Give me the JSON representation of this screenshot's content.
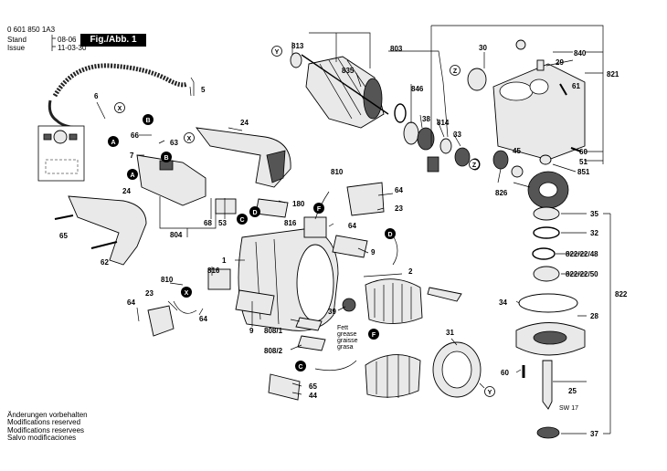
{
  "header": {
    "doc_number": "0 601 850 1A3",
    "stand_label": "Stand",
    "stand_value": "08-06",
    "issue_label": "Issue",
    "issue_value": "11-03-30",
    "figure_label": "Fig./Abb. 1"
  },
  "footer": {
    "lines": [
      "Änderungen vorbehalten",
      "Modifications reserved",
      "Modifications reservees",
      "Salvo modificaciones"
    ]
  },
  "callouts": {
    "c1": "1",
    "c2": "2",
    "c5": "5",
    "c6": "6",
    "c7": "7",
    "c9a": "9",
    "c9b": "9",
    "c23a": "23",
    "c23b": "23",
    "c24a": "24",
    "c24b": "24",
    "c25": "25",
    "c28": "28",
    "c29": "29",
    "c30": "30",
    "c31": "31",
    "c32": "32",
    "c33": "33",
    "c34": "34",
    "c35": "35",
    "c37": "37",
    "c38": "38",
    "c39": "39",
    "c44": "44",
    "c45": "45",
    "c51": "51",
    "c53": "53",
    "c60a": "60",
    "c60b": "60",
    "c61": "61",
    "c62": "62",
    "c63": "63",
    "c64a": "64",
    "c64b": "64",
    "c64c": "64",
    "c64d": "64",
    "c65a": "65",
    "c65b": "65",
    "c66": "66",
    "c68": "68",
    "c180": "180",
    "c803": "803",
    "c804": "804",
    "c808_1": "808/1",
    "c808_2": "808/2",
    "c810a": "810",
    "c810b": "810",
    "c813": "813",
    "c814": "814",
    "c816a": "816",
    "c816b": "816",
    "c821": "821",
    "c822": "822",
    "c822_22_48": "822/22/48",
    "c822_22_50": "822/22/50",
    "c826": "826",
    "c835": "835",
    "c840": "840",
    "c846": "846",
    "c851": "851",
    "sw17": "SW 17"
  },
  "grease_note": [
    "Fett",
    "grease",
    "graisse",
    "grasa"
  ],
  "markers": {
    "a": "A",
    "b": "B",
    "c": "C",
    "d": "D",
    "f": "F",
    "x": "X",
    "y": "Y",
    "z": "Z"
  }
}
